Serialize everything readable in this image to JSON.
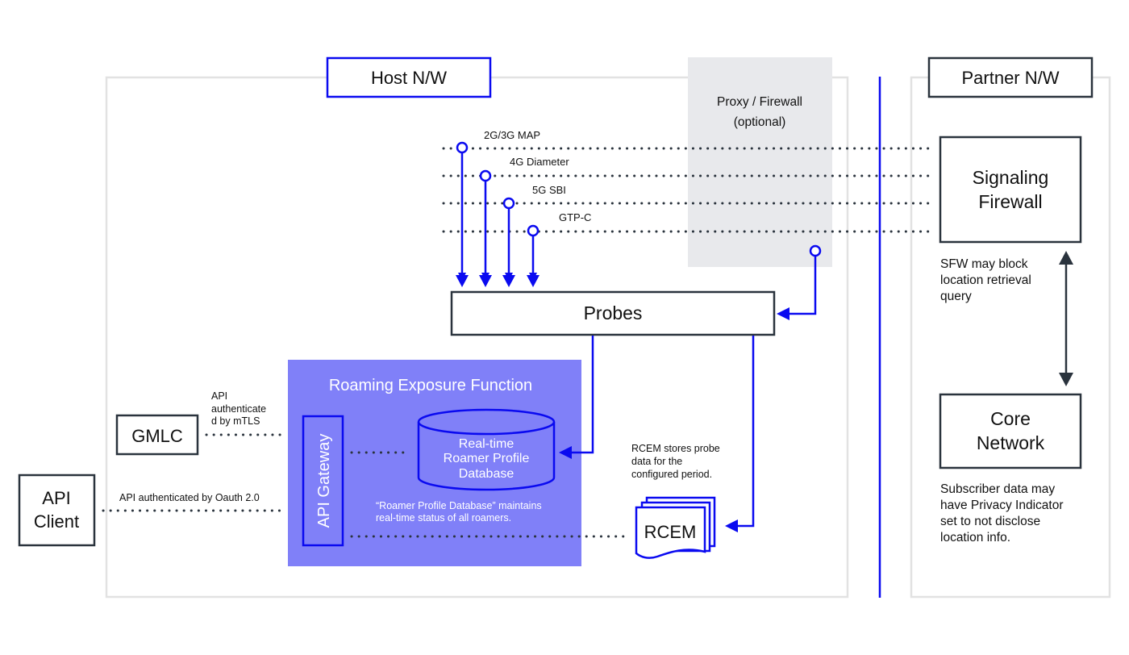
{
  "colors": {
    "accent_blue": "#0a0af0",
    "ref_purple": "#8080f8",
    "proxy_gray": "#e8e9ec",
    "zone_border": "#e2e2e2",
    "dark_border": "#2a333d",
    "dots": "#2a333d"
  },
  "zones": {
    "host": {
      "label": "Host N/W"
    },
    "partner": {
      "label": "Partner N/W"
    }
  },
  "proxy": {
    "line1": "Proxy / Firewall",
    "line2": "(optional)"
  },
  "signaling_lines": [
    {
      "label": "2G/3G MAP"
    },
    {
      "label": "4G Diameter"
    },
    {
      "label": "5G SBI"
    },
    {
      "label": "GTP-C"
    }
  ],
  "probes": {
    "label": "Probes"
  },
  "ref": {
    "title": "Roaming Exposure Function",
    "api_gateway": "API Gateway",
    "db_line1": "Real-time",
    "db_line2": "Roamer Profile",
    "db_line3": "Database",
    "note_line1": "“Roamer Profile Database” maintains",
    "note_line2": "real-time status of all roamers."
  },
  "gmlc": {
    "label": "GMLC",
    "auth_line1": "API",
    "auth_line2": "authenticate",
    "auth_line3": "d by mTLS"
  },
  "api_client": {
    "line1": "API",
    "line2": "Client",
    "auth_label": "API authenticated by Oauth 2.0"
  },
  "rcem": {
    "label": "RCEM",
    "note_line1": "RCEM stores probe",
    "note_line2": "data for the",
    "note_line3": "configured period."
  },
  "signaling_firewall": {
    "line1": "Signaling",
    "line2": "Firewall",
    "note_line1": "SFW may block",
    "note_line2": "location retrieval",
    "note_line3": "query"
  },
  "core_network": {
    "line1": "Core",
    "line2": "Network",
    "note_line1": "Subscriber data may",
    "note_line2": "have Privacy Indicator",
    "note_line3": "set to not disclose",
    "note_line4": "location info."
  }
}
